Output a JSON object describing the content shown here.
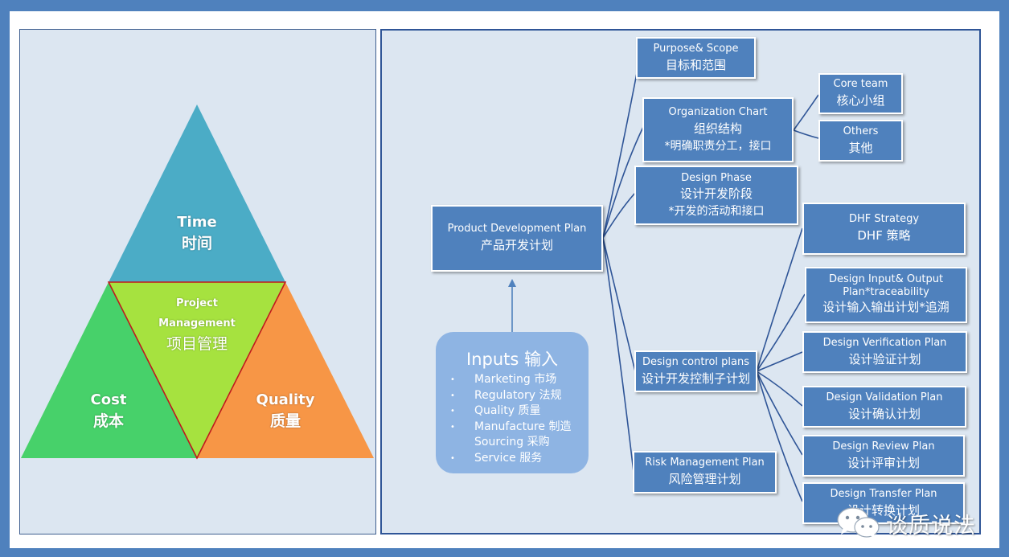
{
  "colors": {
    "frame": "#4f81bd",
    "panel": "#dce6f1",
    "time": "#4bacc6",
    "project_management": "#a6e23f",
    "cost": "#47d16a",
    "quality": "#f79646",
    "box": "#4f81bd",
    "inputs_box": "#8eb4e3",
    "connector": "#2f5597"
  },
  "triangle": {
    "time": {
      "en": "Time",
      "zh": "时间"
    },
    "project_management": {
      "en_line1": "Project",
      "en_line2": "Management",
      "zh": "项目管理"
    },
    "cost": {
      "en": "Cost",
      "zh": "成本"
    },
    "quality": {
      "en": "Quality",
      "zh": "质量"
    }
  },
  "root": {
    "en": "Product Development Plan",
    "zh": "产品开发计划"
  },
  "level1": {
    "purpose": {
      "en": "Purpose& Scope",
      "zh": "目标和范围"
    },
    "org": {
      "en": "Organization Chart",
      "zh": "组织结构",
      "note": "*明确职责分工，接口"
    },
    "phase": {
      "en": "Design Phase",
      "zh": "设计开发阶段",
      "note": "*开发的活动和接口"
    },
    "control": {
      "en": "Design control plans",
      "zh": "设计开发控制子计划"
    },
    "risk": {
      "en": "Risk Management Plan",
      "zh": "风险管理计划"
    }
  },
  "org_children": {
    "core": {
      "en": "Core team",
      "zh": "核心小组"
    },
    "others": {
      "en": "Others",
      "zh": "其他"
    }
  },
  "control_children": {
    "dhf": {
      "en": "DHF Strategy",
      "zh": "DHF 策略"
    },
    "input_output": {
      "en_line1": "Design Input& Output",
      "en_line2": "Plan*traceability",
      "zh": "设计输入输出计划*追溯"
    },
    "verification": {
      "en": "Design Verification Plan",
      "zh": "设计验证计划"
    },
    "validation": {
      "en": "Design Validation Plan",
      "zh": "设计确认计划"
    },
    "review": {
      "en": "Design Review Plan",
      "zh": "设计评审计划"
    },
    "transfer": {
      "en": "Design Transfer Plan",
      "zh": "设计转换计划"
    }
  },
  "inputs": {
    "title": "Inputs 输入",
    "bullet": "•",
    "items": [
      {
        "text": "Marketing 市场",
        "bulleted": true
      },
      {
        "text": "Regulatory 法规",
        "bulleted": true
      },
      {
        "text": "Quality 质量",
        "bulleted": true
      },
      {
        "text": "Manufacture 制造",
        "bulleted": true
      },
      {
        "text": "Sourcing 采购",
        "bulleted": false
      },
      {
        "text": "Service 服务",
        "bulleted": true
      }
    ]
  },
  "watermark": {
    "text": "谈质说法",
    "icon": "wechat-icon"
  }
}
